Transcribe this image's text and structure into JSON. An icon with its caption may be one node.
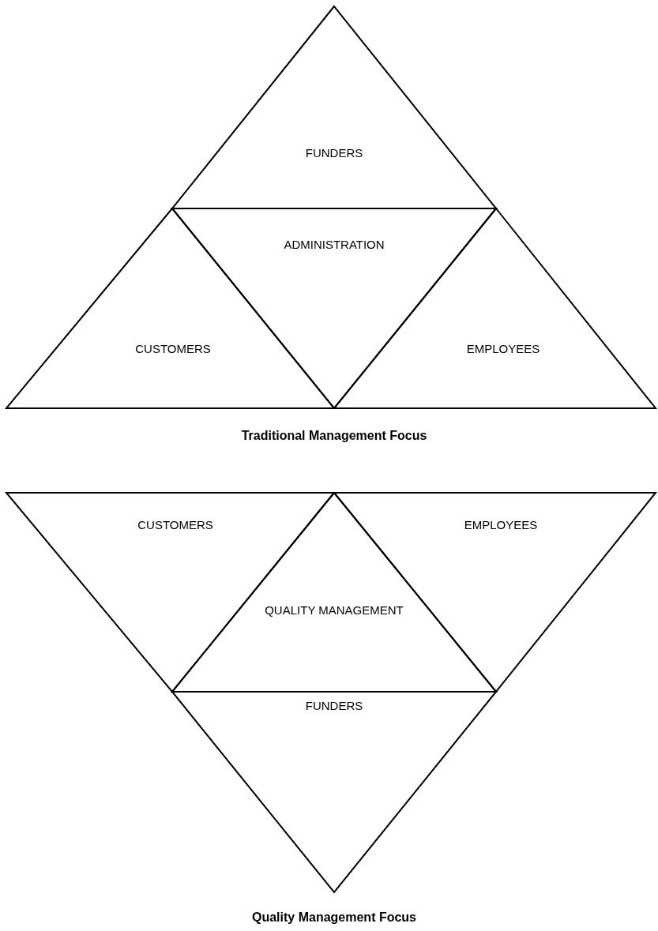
{
  "diagram": {
    "nodes": [
      {
        "text": [
          "FUNDERS"
        ]
      },
      {
        "text": [
          "ADMINISTRATION"
        ]
      },
      {
        "text": [
          "CUSTOMERS"
        ]
      },
      {
        "text": [
          "EMPLOYEES"
        ]
      },
      {
        "text": [
          "CUSTOMERS"
        ]
      },
      {
        "text": [
          "EMPLOYEES"
        ]
      },
      {
        "text": [
          "QUALITY MANAGEMENT"
        ]
      },
      {
        "text": [
          "FUNDERS"
        ]
      }
    ],
    "edges": [],
    "labels": [
      "Traditional Management Focus",
      "Quality Management Focus"
    ]
  }
}
